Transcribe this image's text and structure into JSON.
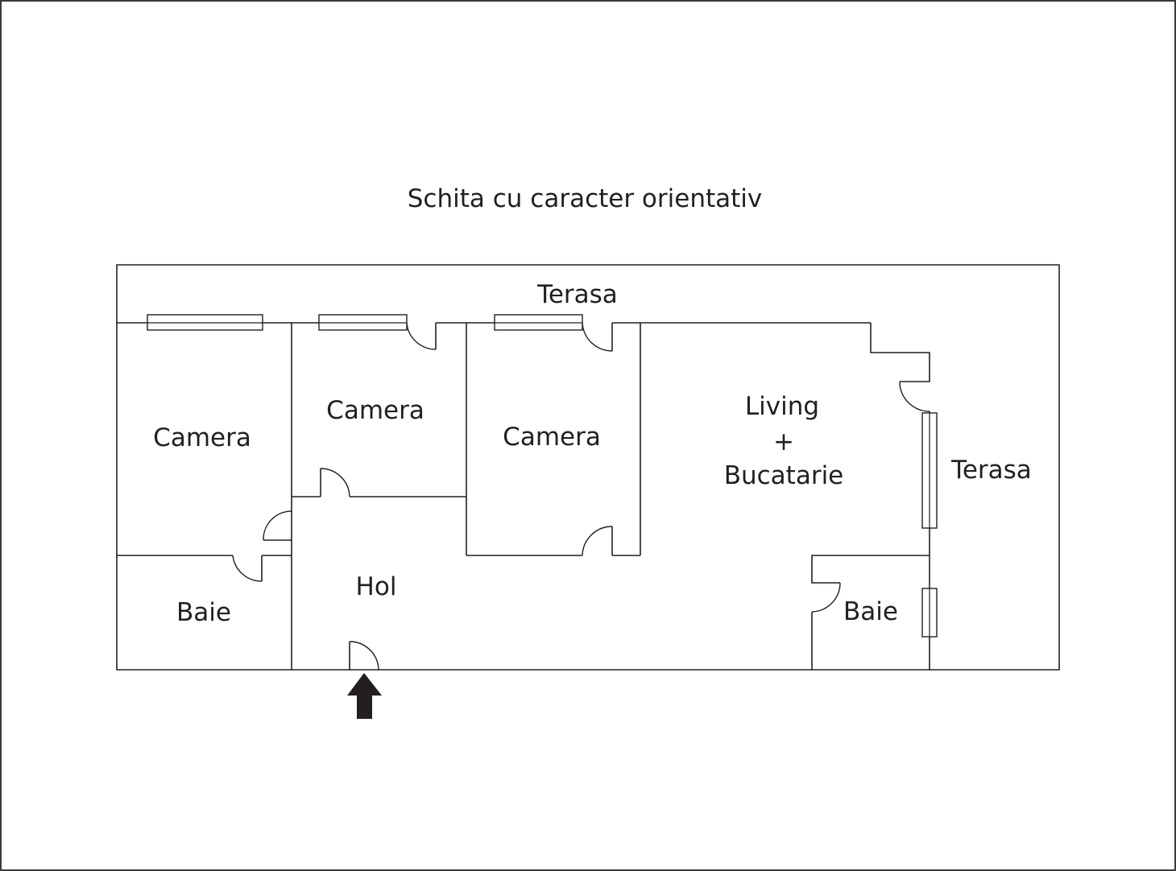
{
  "title": "Schita cu caracter orientativ",
  "rooms": {
    "terasa_top": "Terasa",
    "terasa_right": "Terasa",
    "camera_left": "Camera",
    "camera_middle": "Camera",
    "camera_right": "Camera",
    "living_line1": "Living",
    "living_line2": "+",
    "living_line3": "Bucatarie",
    "baie_left": "Baie",
    "baie_right": "Baie",
    "hol": "Hol"
  },
  "colors": {
    "line": "#231f20",
    "background": "#ffffff"
  },
  "icons": {
    "entrance": "entrance-arrow-icon"
  }
}
